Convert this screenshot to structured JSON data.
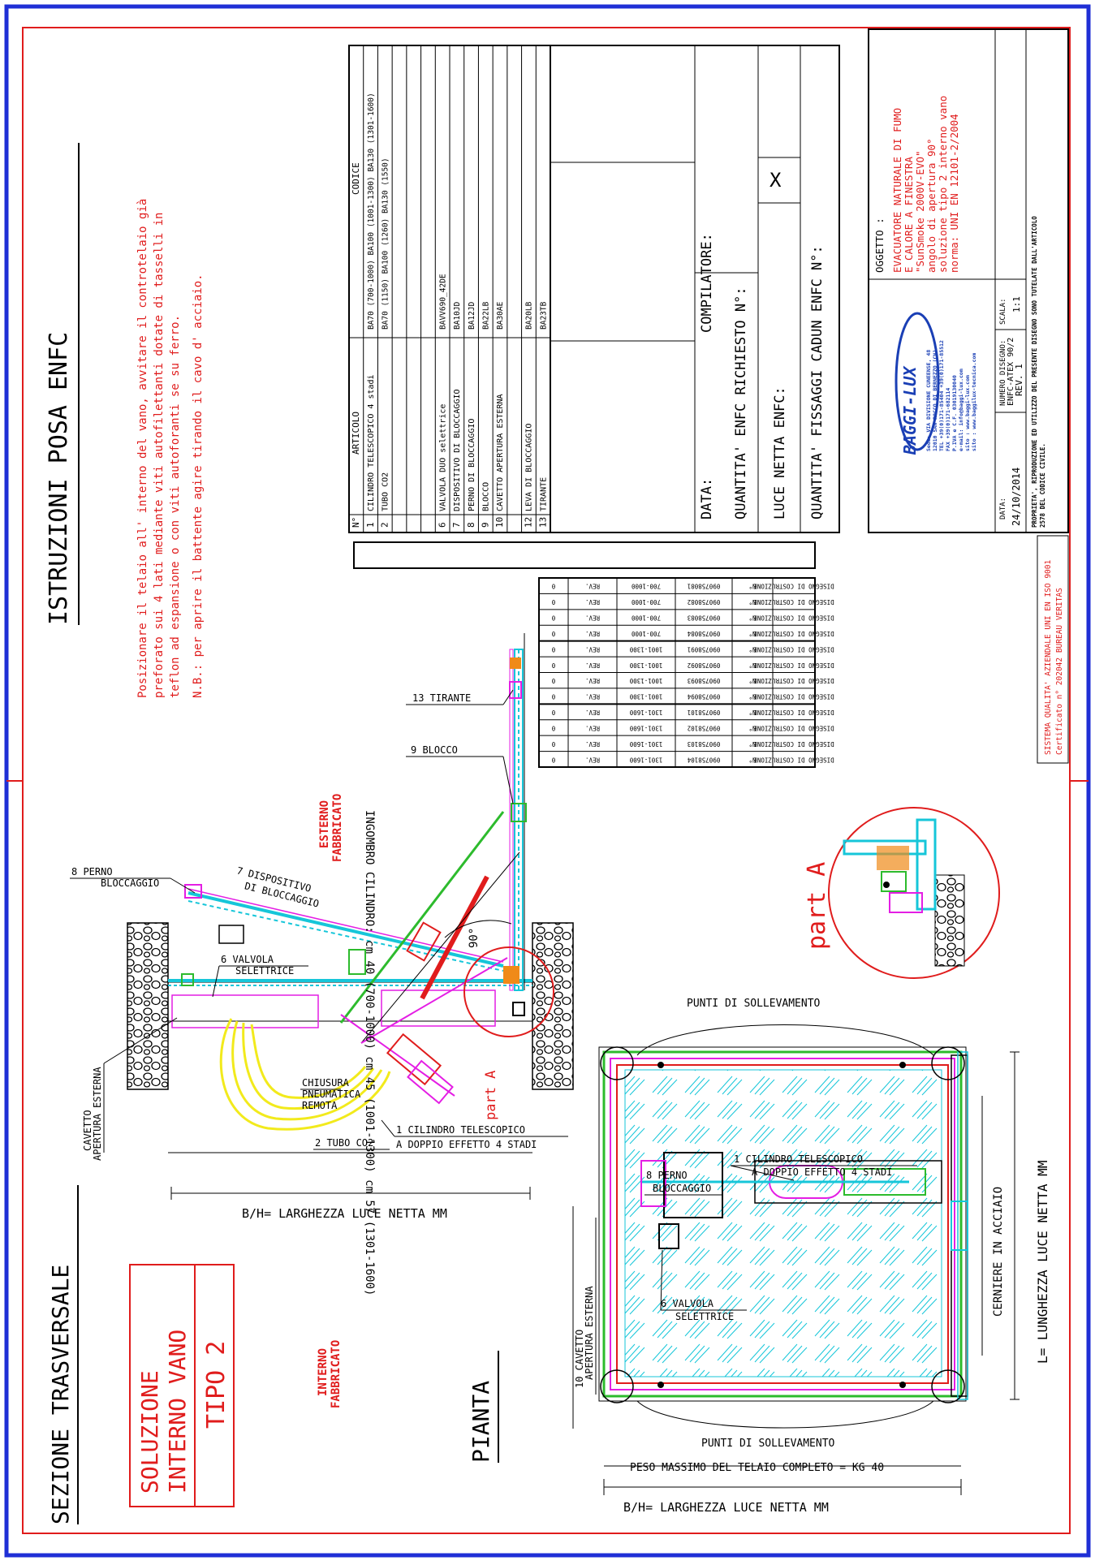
{
  "sheet": {
    "instructions_title": "ISTRUZIONI POSA ENFC",
    "instructions_lines": [
      "Posizionare il telaio all' interno del vano, avvitare il controtelaio già",
      "preforato sui 4 lati mediante viti autofilettanti dotate di tasselli in",
      "teflon ad espansione o con viti autoforanti se su ferro.",
      "N.B.: per aprire il battente agire tirando il cavo d' acciaio."
    ]
  },
  "section": {
    "title": "SEZIONE TRASVERSALE",
    "external_label": [
      "ESTERNO",
      "FABBRICATO"
    ],
    "internal_label": [
      "INTERNO",
      "FABBRICATO"
    ],
    "width_label": "B/H= LARGHEZZA LUCE NETTA MM",
    "angle_label": "90°",
    "part_label": "part A",
    "callouts": {
      "c8": [
        "8  PERNO",
        "BLOCCAGGIO"
      ],
      "c7": [
        "7 DISPOSITIVO",
        "DI BLOCCAGGIO"
      ],
      "c6": [
        "6 VALVOLA",
        "SELETTRICE"
      ],
      "c9": "9   BLOCCO",
      "c13": "13   TIRANTE",
      "c10": [
        "CAVETTO",
        "APERTURA ESTERNA"
      ],
      "chiusura": [
        "CHIUSURA",
        "PNEUMATICA",
        "REMOTA"
      ],
      "c1": [
        "1 CILINDRO TELESCOPICO",
        "A DOPPIO EFFETTO 4 STADI"
      ],
      "c2": "2 TUBO CO2"
    }
  },
  "solution": {
    "lines": [
      "SOLUZIONE",
      "INTERNO VANO"
    ],
    "tipo": "TIPO 2"
  },
  "plan": {
    "title": "PIANTA",
    "lifting_points": "PUNTI DI SOLLEVAMENTO",
    "hinges": "CERNIERE IN ACCIAIO",
    "length_label": "L= LUNGHEZZA LUCE NETTA MM",
    "width_label": "B/H= LARGHEZZA LUCE NETTA MM",
    "weight": "PESO MASSIMO DEL TELAIO COMPLETO = KG 40",
    "callouts": {
      "c1": [
        "1  CILINDRO TELESCOPICO",
        "A DOPPIO EFFETTO 4 STADI"
      ],
      "c8": [
        "8  PERNO",
        "BLOCCAGGIO"
      ],
      "c6": [
        "6 VALVOLA",
        "SELETTRICE"
      ],
      "c10": [
        "10  CAVETTO",
        "APERTURA ESTERNA"
      ]
    }
  },
  "detail": {
    "label": "part A"
  },
  "parts_table": {
    "headers": [
      "N°",
      "ARTICOLO",
      "CODICE"
    ],
    "rows": [
      {
        "n": "1",
        "articolo": "CILINDRO TELESCOPICO 4 stadi",
        "codice": "BA70 (700-1000) BA100 (1001-1300) BA130 (1301-1600)"
      },
      {
        "n": "2",
        "articolo": "TUBO CO2",
        "codice": "BA70 (1150) BA100 (1260) BA130 (1550)"
      },
      {
        "n": "",
        "articolo": "",
        "codice": ""
      },
      {
        "n": "",
        "articolo": "",
        "codice": ""
      },
      {
        "n": "",
        "articolo": "",
        "codice": ""
      },
      {
        "n": "6",
        "articolo": "VALVOLA DUO selettrice",
        "codice": "BAVV690_42DE"
      },
      {
        "n": "7",
        "articolo": "DISPOSITIVO DI BLOCCAGGIO",
        "codice": "BA10JD"
      },
      {
        "n": "8",
        "articolo": "PERNO DI BLOCCAGGIO",
        "codice": "BA12JD"
      },
      {
        "n": "9",
        "articolo": "BLOCCO",
        "codice": "BA22LB"
      },
      {
        "n": "10",
        "articolo": "CAVETTO APERTURA ESTERNA",
        "codice": "BA30AE"
      },
      {
        "n": "",
        "articolo": "",
        "codice": ""
      },
      {
        "n": "12",
        "articolo": "LEVA DI BLOCCAGGIO",
        "codice": "BA20LB"
      },
      {
        "n": "13",
        "articolo": "TIRANTE",
        "codice": "BA23TB"
      }
    ]
  },
  "form": {
    "data": "DATA:",
    "compilatore": "COMPILATORE:",
    "quantita": "QUANTITA' ENFC  RICHIESTO N°:",
    "luce": "LUCE NETTA ENFC:",
    "mark": "X",
    "fissaggi": "QUANTITA' FISSAGGI CADUN ENFC N°:"
  },
  "ingombro": "INGOMBRO CILINDRO:   cm 40 (700-1000)  cm 45 (1001-1300)  cm 57 (1301-1600)",
  "revisions": [
    {
      "desc": "DISEGNO DI COSTRUZIONE",
      "n": "N°",
      "code": "090758081",
      "range": "700-1000",
      "rev": "REV.",
      "val": "0"
    },
    {
      "desc": "DISEGNO DI COSTRUZIONE",
      "n": "N°",
      "code": "090758082",
      "range": "700-1000",
      "rev": "REV.",
      "val": "0"
    },
    {
      "desc": "DISEGNO DI COSTRUZIONE",
      "n": "N°",
      "code": "090758083",
      "range": "700-1000",
      "rev": "REV.",
      "val": "0"
    },
    {
      "desc": "DISEGNO DI COSTRUZIONE",
      "n": "N°",
      "code": "090758084",
      "range": "700-1000",
      "rev": "REV.",
      "val": "0"
    },
    {
      "desc": "DISEGNO DI COSTRUZIONE",
      "n": "N°",
      "code": "090758091",
      "range": "1001-1300",
      "rev": "REV.",
      "val": "0"
    },
    {
      "desc": "DISEGNO DI COSTRUZIONE",
      "n": "N°",
      "code": "090758092",
      "range": "1001-1300",
      "rev": "REV.",
      "val": "0"
    },
    {
      "desc": "DISEGNO DI COSTRUZIONE",
      "n": "N°",
      "code": "090758093",
      "range": "1001-1300",
      "rev": "REV.",
      "val": "0"
    },
    {
      "desc": "DISEGNO DI COSTRUZIONE",
      "n": "N°",
      "code": "090758094",
      "range": "1001-1300",
      "rev": "REV.",
      "val": "0"
    },
    {
      "desc": "DISEGNO DI COSTRUZIONE",
      "n": "N°",
      "code": "090758101",
      "range": "1301-1600",
      "rev": "REV.",
      "val": "0"
    },
    {
      "desc": "DISEGNO DI COSTRUZIONE",
      "n": "N°",
      "code": "090758102",
      "range": "1301-1600",
      "rev": "REV.",
      "val": "0"
    },
    {
      "desc": "DISEGNO DI COSTRUZIONE",
      "n": "N°",
      "code": "090758103",
      "range": "1301-1600",
      "rev": "REV.",
      "val": "0"
    },
    {
      "desc": "DISEGNO DI COSTRUZIONE",
      "n": "N°",
      "code": "090758104",
      "range": "1301-1600",
      "rev": "REV.",
      "val": "0"
    }
  ],
  "title_block": {
    "oggetto_label": "OGGETTO :",
    "oggetto_lines": [
      "EVACUATORE NATURALE DI FUMO",
      "E CALORE A FINESTRA",
      "\"SunSmoke 2000V-EVO\"",
      "angolo di apertura 90°",
      "soluzione tipo 2 interno vano",
      "norma: UNI EN 12101-2/2004"
    ],
    "logo": "BAGGI-LUX",
    "company_lines": [
      "Sede: VIA DIVISIONE CUNEENSE, 48",
      "12010 SAN ROCCO DI BERNEZZO (CN)",
      "TEL +39(0)171-85404 +39(0)171-85512",
      "FAX +39(0)171-682114",
      "P.IVA e C.F. 03019130040",
      "e-mail: info@baggi-lux.com",
      "sito : www.baggi-lux.com",
      "sito : www.baggilux-tecnica.com"
    ],
    "data_label": "DATA:",
    "data_value": "24/10/2014",
    "numero_label": "NUMERO DISEGNO:",
    "numero_value": "ENFC-ATEX 90/2",
    "rev_value": "REV. 1",
    "scala_label": "SCALA:",
    "scala_value": "1:1",
    "quality_lines": [
      "SISTEMA QUALITA' AZIENDALE UNI EN ISO 9001",
      "Certificato n° 202042 BUREAU VERITAS"
    ],
    "legal_lines": [
      "PROPRIETA', RIPRODUZIONE ED UTILIZZO DEL PRESENTE DISEGNO SONO TUTELATE DALL'ARTICOLO",
      "2578 DEL CODICE CIVILE."
    ]
  },
  "colors": {
    "border_blue": "#1f2fd6",
    "frame_red": "#e01c1c",
    "cyan": "#16c6d9",
    "magenta": "#e41ee4",
    "yellow": "#f2ea1c",
    "green": "#2dbb2d",
    "orange": "#f08a18",
    "blue_logo": "#1a3fb5"
  }
}
